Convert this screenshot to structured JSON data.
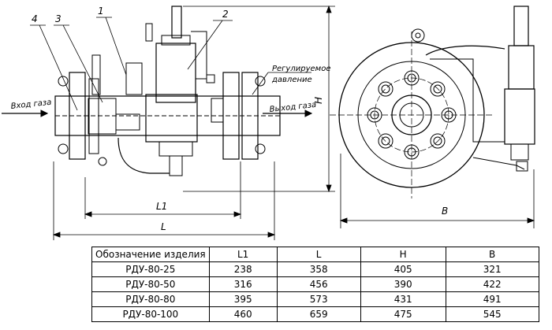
{
  "drawing": {
    "callouts": [
      "4",
      "3",
      "1",
      "2"
    ],
    "inlet_label": "Вход газа",
    "outlet_label": "Выход газа",
    "regulated_label_line1": "Регулируемое",
    "regulated_label_line2": "давление",
    "dim_L1": "L1",
    "dim_L": "L",
    "dim_H": "H",
    "dim_B": "B"
  },
  "table": {
    "headers": [
      "Обозначение изделия",
      "L1",
      "L",
      "H",
      "B"
    ],
    "rows": [
      [
        "РДУ-80-25",
        "238",
        "358",
        "405",
        "321"
      ],
      [
        "РДУ-80-50",
        "316",
        "456",
        "390",
        "422"
      ],
      [
        "РДУ-80-80",
        "395",
        "573",
        "431",
        "491"
      ],
      [
        "РДУ-80-100",
        "460",
        "659",
        "475",
        "545"
      ]
    ]
  }
}
